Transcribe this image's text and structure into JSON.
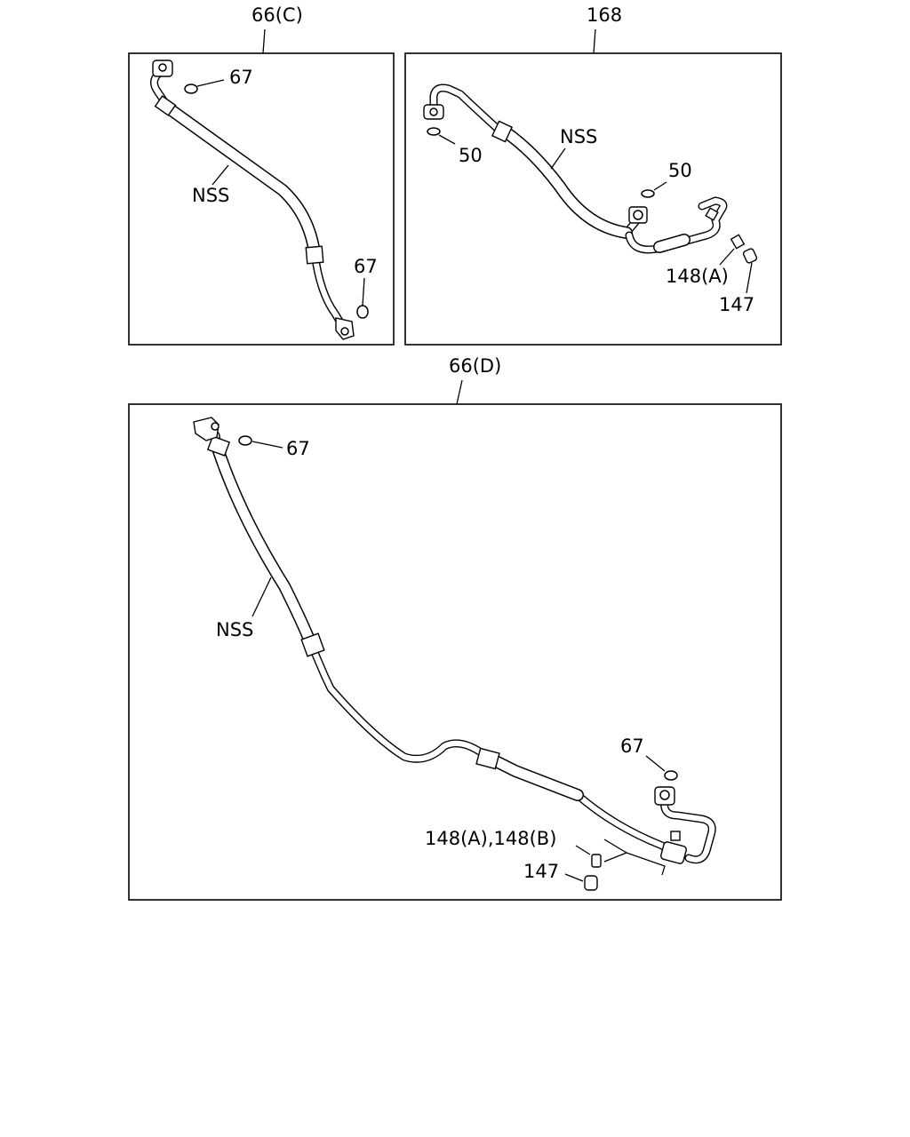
{
  "panels": {
    "top_left": {
      "title": "66(C)",
      "labels": {
        "oring_top": "67",
        "hose": "NSS",
        "oring_bottom": "67"
      }
    },
    "top_right": {
      "title": "168",
      "labels": {
        "oring_left": "50",
        "hose": "NSS",
        "oring_right": "50",
        "bolt": "148(A)",
        "nut": "147"
      }
    },
    "bottom": {
      "title": "66(D)",
      "labels": {
        "oring_top": "67",
        "hose": "NSS",
        "oring_right": "67",
        "bolt": "148(A),148(B)",
        "nut": "147"
      }
    }
  }
}
